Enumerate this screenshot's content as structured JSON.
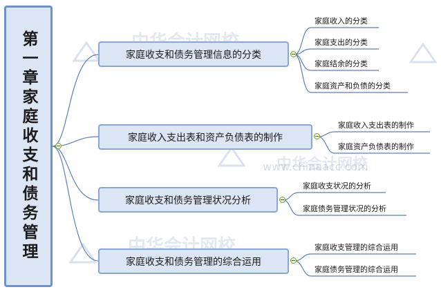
{
  "root": {
    "title": "第一章家庭收支和债务管理"
  },
  "branches": [
    {
      "label": "家庭收支和债务管理信息的分类",
      "children": [
        "家庭收入的分类",
        "家庭支出的分类",
        "家庭结余的分类",
        "家庭资产和负债的分类"
      ]
    },
    {
      "label": "家庭收入支出表和资产负债表的制作",
      "children": [
        "家庭收入支出表的制作",
        "家庭资产负债表的制作"
      ]
    },
    {
      "label": "家庭收支和债务管理状况分析",
      "children": [
        "家庭收支状况的分析",
        "家庭债务管理状况的分析"
      ]
    },
    {
      "label": "家庭收支和债务管理的综合运用",
      "children": [
        "家庭收支管理的综合运用",
        "家庭债务管理的综合运用"
      ]
    }
  ],
  "watermark": {
    "name": "中华会计网校",
    "url": "www.chinaacc.com"
  },
  "colors": {
    "line": "#5b7fb8",
    "box_fill": "#dbe5f3",
    "box_border": "#87a7d3",
    "toggle": "#7a9c3a"
  }
}
